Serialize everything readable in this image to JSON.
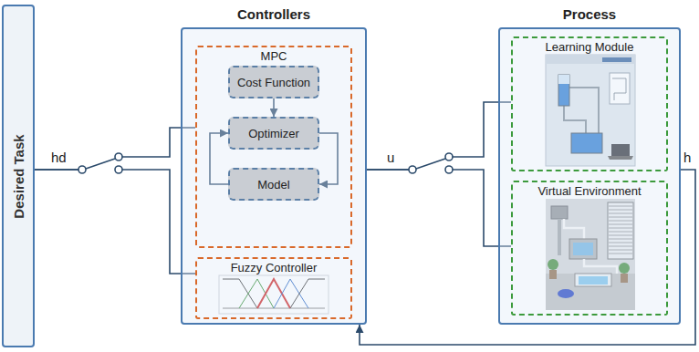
{
  "diagram": {
    "nodes": [
      {
        "text": [
          "Desired Task"
        ]
      },
      {
        "text": [
          "Controllers"
        ]
      },
      {
        "text": [
          "MPC"
        ],
        "in": 1
      },
      {
        "text": [
          "Cost Function"
        ],
        "in": 2
      },
      {
        "text": [
          "Optimizer"
        ],
        "in": 2
      },
      {
        "text": [
          "Model"
        ],
        "in": 2
      },
      {
        "text": [
          "Fuzzy Controller"
        ],
        "in": 1
      },
      {
        "text": [
          "Process"
        ]
      },
      {
        "text": [
          "Learning Module"
        ],
        "in": 7
      },
      {
        "text": [
          "Virtual Environment"
        ],
        "in": 7
      }
    ],
    "edges": [
      {
        "from": 3,
        "to": 4,
        "arrow": "to"
      },
      {
        "from": 4,
        "to": 5,
        "arrow": "to"
      },
      {
        "from": 5,
        "to": 4,
        "arrow": "to"
      },
      {
        "from": 0,
        "to": 2,
        "arrow": "none"
      },
      {
        "from": 0,
        "to": 6,
        "arrow": "none"
      },
      {
        "from": 1,
        "to": 8,
        "arrow": "none"
      },
      {
        "from": 1,
        "to": 9,
        "arrow": "none"
      },
      {
        "from": 7,
        "to": 1,
        "arrow": "to"
      }
    ],
    "labels": [
      "hd",
      "u",
      "h"
    ]
  }
}
